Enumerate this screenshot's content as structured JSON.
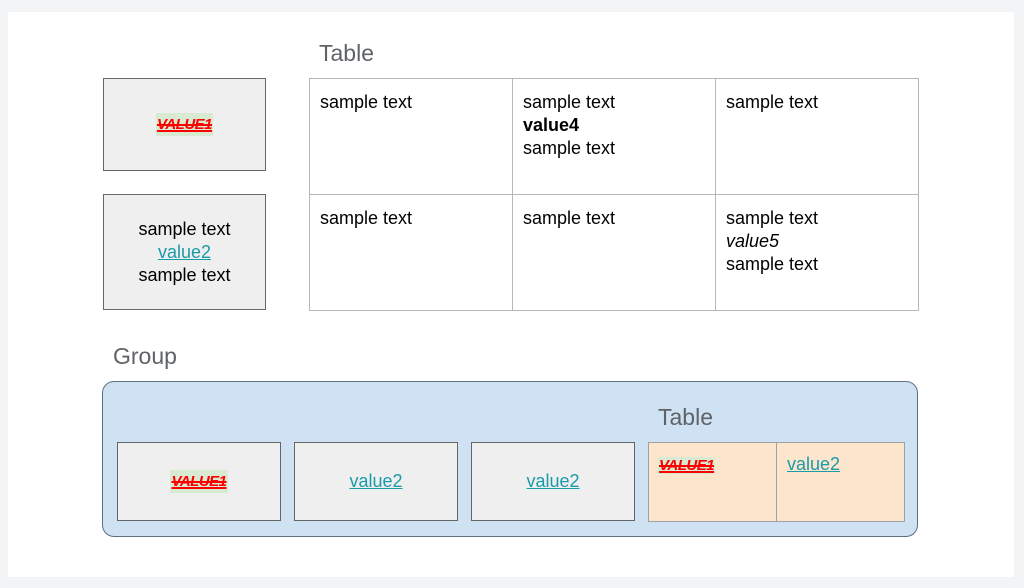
{
  "top": {
    "table_title": "Table",
    "box1": {
      "tag": "VALUE1"
    },
    "box2": {
      "line1": "sample text",
      "link": "value2",
      "line3": "sample text"
    },
    "table": {
      "r1c1": "sample text",
      "r1c2": {
        "line1": "sample text",
        "bold": "value4",
        "line3": "sample text"
      },
      "r1c3": "sample text",
      "r2c1": "sample text",
      "r2c2": "sample text",
      "r2c3": {
        "line1": "sample text",
        "italic": "value5",
        "line3": "sample text"
      }
    }
  },
  "group": {
    "title": "Group",
    "table_title": "Table",
    "box1": {
      "tag": "VALUE1"
    },
    "box2": {
      "link": "value2"
    },
    "box3": {
      "link": "value2"
    },
    "table": {
      "c1_tag": "VALUE1",
      "c2_link": "value2"
    }
  },
  "colors": {
    "tag_red": "#ff0000",
    "tag_bg": "#d9ead3",
    "link": "#1a9ba8",
    "group_bg": "#cfe2f3",
    "peach": "#fce5cd"
  }
}
